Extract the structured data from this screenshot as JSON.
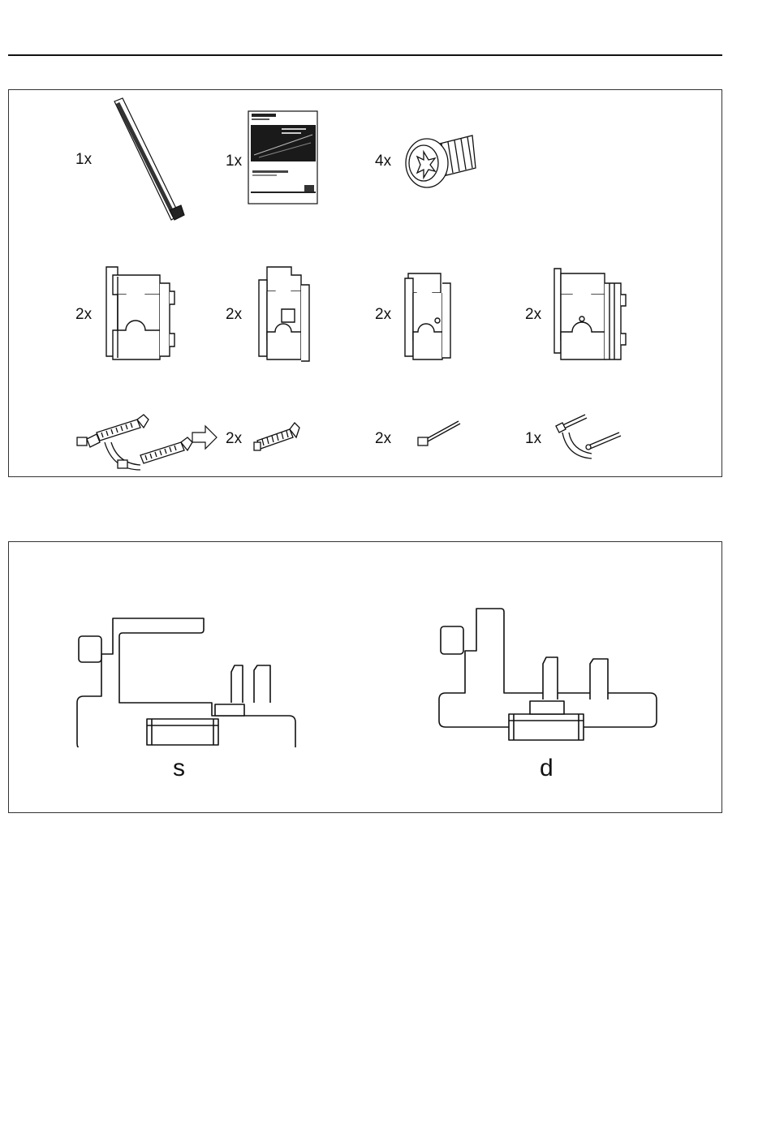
{
  "parts_panel": {
    "row1": [
      {
        "qty": "1x",
        "icon": "pdu-strip-icon"
      },
      {
        "qty": "1x",
        "icon": "manual-booklet-icon"
      },
      {
        "qty": "4x",
        "icon": "torx-screw-icon"
      }
    ],
    "row2": [
      {
        "qty": "2x",
        "icon": "mounting-bracket-a-icon"
      },
      {
        "qty": "2x",
        "icon": "mounting-bracket-b-icon"
      },
      {
        "qty": "2x",
        "icon": "mounting-bracket-c-icon"
      },
      {
        "qty": "2x",
        "icon": "mounting-bracket-d-icon"
      }
    ],
    "row3": [
      {
        "qty": "",
        "icon": "cable-holder-assembly-icon"
      },
      {
        "qty": "2x",
        "icon": "cable-holder-part-icon"
      },
      {
        "qty": "2x",
        "icon": "pin-icon"
      },
      {
        "qty": "1x",
        "icon": "cable-clamp-icon"
      }
    ]
  },
  "orientation_panel": {
    "left_label": "s",
    "right_label": "d"
  }
}
